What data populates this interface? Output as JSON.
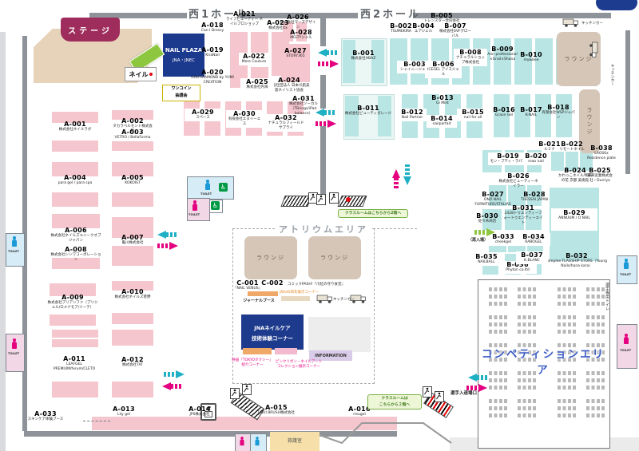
{
  "halls": {
    "west1": "西1ホール",
    "west2": "西2ホール"
  },
  "stage_label": "ステージ",
  "nail_plaza": {
    "title": "NAIL PLAZA",
    "org": "JNA・JNEC"
  },
  "one_coin": {
    "line1": "ワンコイン",
    "line2": "抽選会"
  },
  "nail_flag": "ネイル",
  "atrium_label": "アトリウムエリア",
  "lounge_label": "ラウンジ",
  "kitchen_car_label": "キッチンカー",
  "jna_corner": {
    "line1": "JNAネイルケア",
    "line2": "技術体験コーナー"
  },
  "journal_booth": "ジャーナルブース",
  "jna40_label": "JNA40周年展示コーナー",
  "movie_corner": {
    "line1": "映画『TOKYOタクシー』",
    "line2": "紹介コーナー"
  },
  "pink_ribbon": {
    "line1": "ピンクリボン・ネイルアート",
    "line2": "コレクション展示コーナー"
  },
  "information_label": "INFORMATION",
  "classroom_note_top": "クラスルームはこちらから2階へ",
  "classroom_note_bottom": {
    "line1": "クラスルームは",
    "line2": "こちらから２階へ"
  },
  "competition_area": "コンペティションエリア",
  "player_gate": "選手入退場口",
  "player_toilet": "選手専用トイレ",
  "reentry": "（再入場）",
  "first_aid": "救護室",
  "toilet_label": "TOILET",
  "c002_desc": "コミックPASH!『爪紅の守り食堂』",
  "icons": {
    "wheelchair": "♿",
    "elevator": "▲▼"
  },
  "booths": [
    {
      "id": "A-001",
      "name": "株式会社ネイルラボ"
    },
    {
      "id": "A-002",
      "name": "タカラベルモント株式会社"
    },
    {
      "id": "A-003",
      "name": "VETRO / BellaForma"
    },
    {
      "id": "A-004",
      "name": "para gel / para spa"
    },
    {
      "id": "A-005",
      "name": "KOKOIST"
    },
    {
      "id": "A-006",
      "name": "株式会社ネイルズユニークオブジャパン"
    },
    {
      "id": "A-007",
      "name": "亀川株式会社"
    },
    {
      "id": "A-008",
      "name": "株式会社シンワコーポレーション"
    },
    {
      "id": "A-009",
      "name": "株式会社プリアンファ（プリジェル/ロメナモア/ソーテ）"
    },
    {
      "id": "A-010",
      "name": "株式会社ネイルズ菅野"
    },
    {
      "id": "A-011",
      "name": "LEAFGEL PREMIUM/ferum/CLETO"
    },
    {
      "id": "A-012",
      "name": "株式会社TAT"
    },
    {
      "id": "A-013",
      "name": "Lily gel"
    },
    {
      "id": "A-014",
      "name": "JPS株式会社"
    },
    {
      "id": "A-015",
      "name": "USUI BRUSH株式会社"
    },
    {
      "id": "A-016",
      "name": "rieugel"
    },
    {
      "id": "A-018",
      "name": "Can I Dressy"
    },
    {
      "id": "A-019",
      "name": "KiraNail"
    },
    {
      "id": "A-020",
      "name": "GOD DIAMOND by YUMI CREATION"
    },
    {
      "id": "A-021",
      "name": "ライフビューティー ネイルプロショップ"
    },
    {
      "id": "A-022",
      "name": "More Couture"
    },
    {
      "id": "A-023",
      "name": "株式会社itx"
    },
    {
      "id": "A-024",
      "name": "一般社団法人 日本爪肌美容ネイリスト協会"
    },
    {
      "id": "A-025",
      "name": "株式会社内海"
    },
    {
      "id": "A-026",
      "name": "株式会社マーズデザイン"
    },
    {
      "id": "A-027",
      "name": "STORY365"
    },
    {
      "id": "A-028",
      "name": "MELTYジェル"
    },
    {
      "id": "A-029",
      "name": "スペース"
    },
    {
      "id": "A-030",
      "name": "有限会社エヌイーエス"
    },
    {
      "id": "A-031",
      "name": "株式会社ソーカル（TBrings/iPad balance）"
    },
    {
      "id": "A-032",
      "name": "ナチュラルフィールドサプライ"
    },
    {
      "id": "A-033",
      "name": "スキンケア体験ブース"
    },
    {
      "id": "B-001",
      "name": "株式会社HBAZ"
    },
    {
      "id": "B-002",
      "name": "TSUMEKIRA"
    },
    {
      "id": "B-003",
      "name": "シャイニージェル"
    },
    {
      "id": "B-004",
      "name": "エアジェル"
    },
    {
      "id": "B-005",
      "name": "トレンスター合同会社"
    },
    {
      "id": "B-006",
      "name": "ICEGEL アイスジェル"
    },
    {
      "id": "B-007",
      "name": "株式会社6VFグローバル"
    },
    {
      "id": "B-008",
      "name": "ナチュラルショップ株式会社"
    },
    {
      "id": "B-009",
      "name": "Ann professional ×Grail×Shana"
    },
    {
      "id": "B-010",
      "name": "my&bee"
    },
    {
      "id": "B-011",
      "name": "株式会社ビューティガレージ"
    },
    {
      "id": "B-012",
      "name": "Nail Partner"
    },
    {
      "id": "B-013",
      "name": "Gi Mint"
    },
    {
      "id": "B-014",
      "name": "nailparfait"
    },
    {
      "id": "B-015",
      "name": "nail for all"
    },
    {
      "id": "B-016",
      "name": "Grace Gel"
    },
    {
      "id": "B-017",
      "name": "K-NAIL"
    },
    {
      "id": "B-018",
      "name": "有限会社WSPジャパン"
    },
    {
      "id": "B-019",
      "name": "モン・プティ・ラパン"
    },
    {
      "id": "B-020",
      "name": "mao nail"
    },
    {
      "id": "B-021",
      "name": "ルミナ"
    },
    {
      "id": "B-022",
      "name": "リモートネイル"
    },
    {
      "id": "B-024",
      "name": "かわっこネイル/和紙の花 京都 美術館"
    },
    {
      "id": "B-025",
      "name": "日華実業株式会社・Durriya"
    },
    {
      "id": "B-026",
      "name": "株式会社ビューティーネイラー"
    },
    {
      "id": "B-027",
      "name": "ONO NAIL FURNITURE/STALIAS"
    },
    {
      "id": "B-028",
      "name": "THESSAI JAPAN"
    },
    {
      "id": "B-029",
      "name": "ANNUUM / O NAIL"
    },
    {
      "id": "B-030",
      "name": "佐々木商店"
    },
    {
      "id": "B-031",
      "name": "2428トゥエンティーフォートゥエンティーエイト"
    },
    {
      "id": "B-032",
      "name": "Simplee FLAGSHIP STORE（Young Nails/hana kara）"
    },
    {
      "id": "B-033",
      "name": "cheekgel"
    },
    {
      "id": "B-034",
      "name": "RABOGEL"
    },
    {
      "id": "B-035",
      "name": "NAILBALL"
    },
    {
      "id": "B-036",
      "name": "Phyton co.ltd"
    },
    {
      "id": "B-037",
      "name": "K.BLANC"
    },
    {
      "id": "B-038",
      "name": "LAOS6x Residence plate"
    },
    {
      "id": "C-001",
      "name": "『NAIL VENUS』"
    },
    {
      "id": "C-002",
      "name": ""
    }
  ]
}
